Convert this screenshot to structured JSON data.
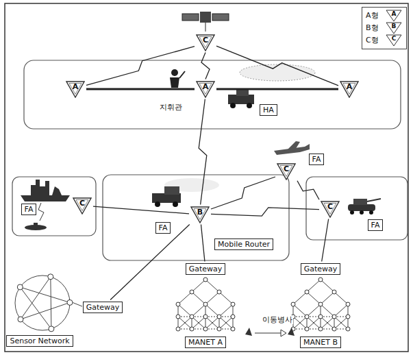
{
  "diagram": {
    "nodes": [
      {
        "text": [
          "C"
        ]
      },
      {
        "text": [
          "A"
        ]
      },
      {
        "text": [
          "A"
        ]
      },
      {
        "text": [
          "HA"
        ]
      },
      {
        "text": [
          "A"
        ]
      },
      {
        "text": [
          "FA"
        ]
      },
      {
        "text": [
          "C"
        ]
      },
      {
        "text": [
          "FA"
        ]
      },
      {
        "text": [
          "C"
        ]
      },
      {
        "text": [
          "FA"
        ]
      },
      {
        "text": [
          "B"
        ]
      },
      {
        "text": [
          "C"
        ]
      },
      {
        "text": [
          "FA"
        ]
      },
      {
        "text": [
          "Mobile Router"
        ]
      },
      {
        "text": [
          "Gateway"
        ]
      },
      {
        "text": [
          "Gateway"
        ]
      },
      {
        "text": [
          "Gateway"
        ]
      },
      {
        "text": [
          "Sensor Network"
        ]
      },
      {
        "text": [
          "MANET A"
        ]
      },
      {
        "text": [
          "MANET B"
        ]
      }
    ],
    "edges": [
      {
        "from": 0,
        "to": 1,
        "arrow": "none"
      },
      {
        "from": 0,
        "to": 2,
        "arrow": "none"
      },
      {
        "from": 0,
        "to": 4,
        "arrow": "none"
      },
      {
        "from": 1,
        "to": 2,
        "arrow": "none"
      },
      {
        "from": 2,
        "to": 4,
        "arrow": "none"
      },
      {
        "from": 2,
        "to": 10,
        "arrow": "none"
      },
      {
        "from": 10,
        "to": 8,
        "arrow": "none"
      },
      {
        "from": 10,
        "to": 6,
        "arrow": "none"
      },
      {
        "from": 6,
        "to": 11,
        "arrow": "none"
      },
      {
        "from": 10,
        "to": 11,
        "arrow": "none"
      },
      {
        "from": 10,
        "to": 14,
        "arrow": "none"
      },
      {
        "from": 10,
        "to": 15,
        "arrow": "none"
      },
      {
        "from": 11,
        "to": 16,
        "arrow": "none"
      }
    ],
    "labels": [
      "지휘관",
      "이동병사",
      "A",
      "B",
      "C"
    ],
    "legend": [
      {
        "text": "A형"
      },
      {
        "text": "B형"
      },
      {
        "text": "C형"
      }
    ]
  }
}
